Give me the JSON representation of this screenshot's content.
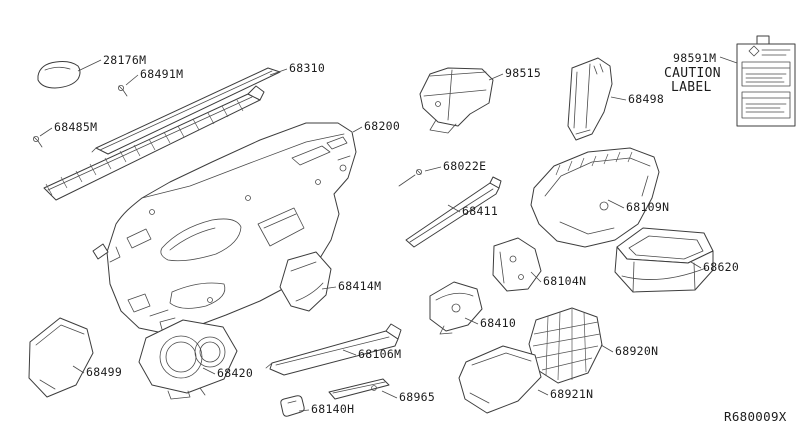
{
  "diagram_code": "R680009X",
  "caution_label": {
    "part_number": "98591M",
    "text_line1": "CAUTION",
    "text_line2": "LABEL"
  },
  "parts": [
    {
      "label": "28176M"
    },
    {
      "label": "68491M"
    },
    {
      "label": "68310"
    },
    {
      "label": "68485M"
    },
    {
      "label": "68200"
    },
    {
      "label": "98515"
    },
    {
      "label": "68498"
    },
    {
      "label": "68022E"
    },
    {
      "label": "68411"
    },
    {
      "label": "68109N"
    },
    {
      "label": "68414M"
    },
    {
      "label": "68104N"
    },
    {
      "label": "68620"
    },
    {
      "label": "68499"
    },
    {
      "label": "68420"
    },
    {
      "label": "68106M"
    },
    {
      "label": "68140H"
    },
    {
      "label": "68965"
    },
    {
      "label": "68410"
    },
    {
      "label": "68920N"
    },
    {
      "label": "68921N"
    }
  ]
}
